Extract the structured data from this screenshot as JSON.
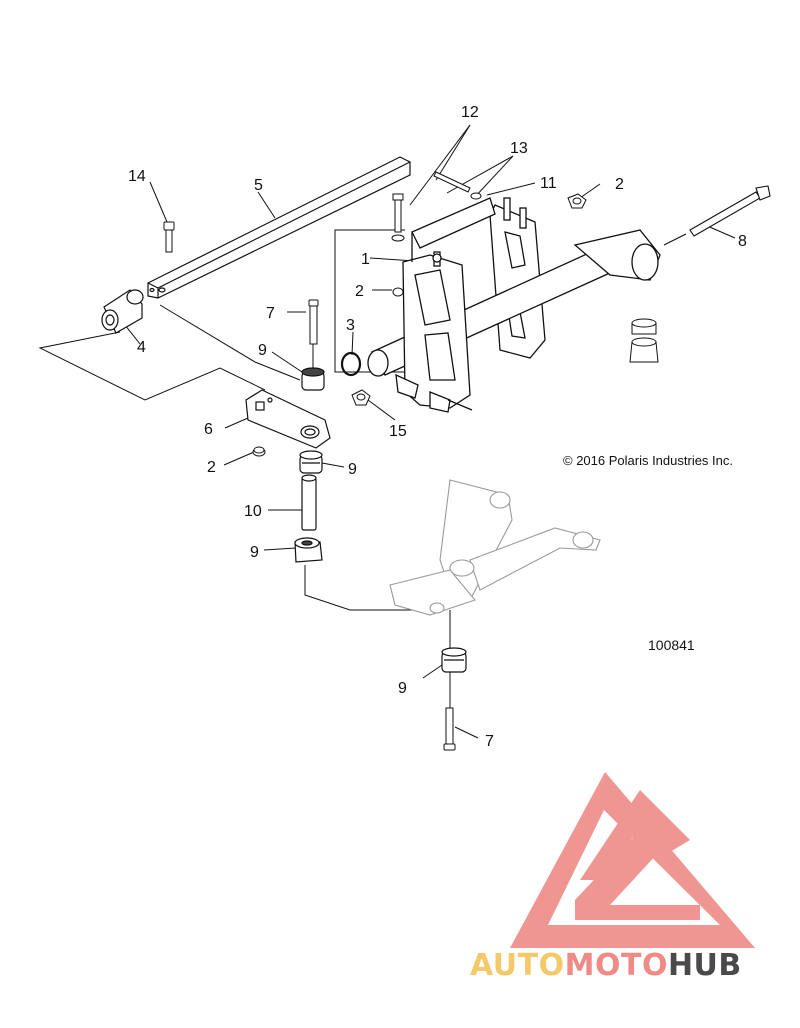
{
  "diagram": {
    "callouts": {
      "c1": "1",
      "c2a": "2",
      "c2b": "2",
      "c2c": "2",
      "c3": "3",
      "c4": "4",
      "c5": "5",
      "c6": "6",
      "c7a": "7",
      "c7b": "7",
      "c8": "8",
      "c9a": "9",
      "c9b": "9",
      "c9c": "9",
      "c9d": "9",
      "c10": "10",
      "c11": "11",
      "c12": "12",
      "c13": "13",
      "c14": "14",
      "c15": "15"
    },
    "copyright": "© 2016 Polaris Industries Inc.",
    "figure_id": "100841"
  },
  "watermark": {
    "brand_part1": "AUTO",
    "brand_part2": "MOTO",
    "brand_part3": "HUB",
    "colors": {
      "light": "#f4c96a",
      "mid": "#ef8a86",
      "dark": "#4a4a4a",
      "logo": "#ee8480"
    }
  }
}
